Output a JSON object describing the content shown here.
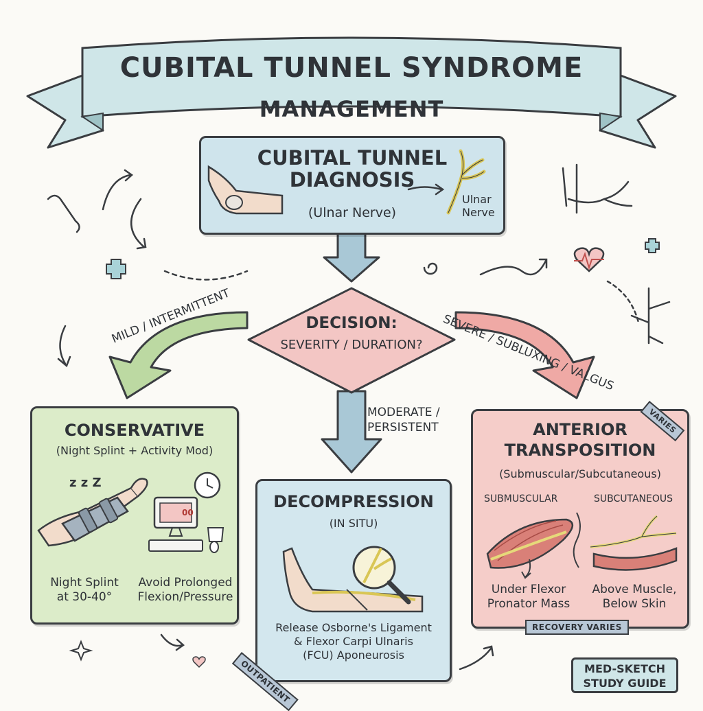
{
  "banner": {
    "title": "CUBITAL TUNNEL SYNDROME",
    "subtitle": "MANAGEMENT"
  },
  "diagnosis": {
    "title_line1": "CUBITAL TUNNEL",
    "title_line2": "DIAGNOSIS",
    "subtitle": "(Ulnar Nerve)",
    "nerve_label_1": "Ulnar",
    "nerve_label_2": "Nerve"
  },
  "decision": {
    "title": "DECISION:",
    "subtitle": "SEVERITY / DURATION?"
  },
  "branches": {
    "left_label": "MILD / INTERMITTENT",
    "right_label": "SEVERE / SUBLUXING / VALGUS",
    "middle_label_1": "MODERATE /",
    "middle_label_2": "PERSISTENT"
  },
  "conservative": {
    "title": "CONSERVATIVE",
    "subtitle": "(Night Splint + Activity Mod)",
    "sleep_text": "z z Z",
    "left_caption_1": "Night Splint",
    "left_caption_2": "at 30-40°",
    "right_caption_1": "Avoid Prolonged",
    "right_caption_2": "Flexion/Pressure",
    "screen_text": "00"
  },
  "decompression": {
    "title": "DECOMPRESSION",
    "subtitle": "(IN SITU)",
    "caption_1": "Release Osborne's Ligament",
    "caption_2": "& Flexor Carpi Ulnaris",
    "caption_3": "(FCU) Aponeurosis",
    "tag": "OUTPATIENT"
  },
  "transposition": {
    "title_1": "ANTERIOR",
    "title_2": "TRANSPOSITION",
    "subtitle": "(Submuscular/Subcutaneous)",
    "sub_left": "SUBMUSCULAR",
    "sub_right": "SUBCUTANEOUS",
    "left_caption_1": "Under Flexor",
    "left_caption_2": "Pronator Mass",
    "right_caption_1": "Above Muscle,",
    "right_caption_2": "Below Skin",
    "corner_tag": "VARIES",
    "bottom_tag": "RECOVERY VARIES"
  },
  "stamp": {
    "line1": "MED-SKETCH",
    "line2": "STUDY GUIDE"
  },
  "colors": {
    "banner": "#cfe6e8",
    "diagnosis": "#cfe4ec",
    "decision": "#f3c6c4",
    "conservative": "#dcecc9",
    "decompression": "#d3e7ee",
    "transposition": "#f5cdc9",
    "arrow_blue": "#a9c8d6",
    "arrow_green": "#bcd9a2",
    "arrow_red": "#efa9a5"
  }
}
